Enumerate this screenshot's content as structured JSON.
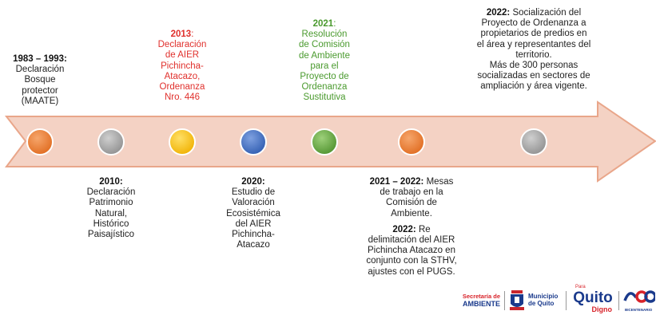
{
  "colors": {
    "arrow_fill": "#f4d2c4",
    "arrow_stroke": "#e9a68a",
    "orange": "#ee7d31",
    "gray": "#a6a6a6",
    "yellow": "#ffc000",
    "blue": "#4472c4",
    "green": "#70ad47",
    "red_text": "#e0302c",
    "green_text": "#4a9a2e"
  },
  "milestones_top": [
    {
      "year": "1983 – 1993:",
      "text": [
        "Declaración",
        "Bosque",
        "protector",
        "(MAATE)"
      ],
      "dot": "orange"
    },
    {
      "year": "2013",
      "text": [
        "Declaración",
        "de AIER",
        "Pichincha-",
        "Atacazo,",
        "Ordenanza",
        "Nro. 446"
      ],
      "dot": "yellow"
    },
    {
      "year": "2021",
      "text": [
        "Resolución",
        "de Comisión",
        "de Ambiente",
        "para el",
        "Proyecto de",
        "Ordenanza",
        "Sustitutiva"
      ],
      "dot": "green"
    },
    {
      "year": "2022:",
      "text": [
        "Socialización del",
        "Proyecto de Ordenanza a",
        "propietarios de predios en",
        "el área y representantes del",
        "territorio.",
        "Más de 300 personas",
        "socializadas en sectores de",
        "ampliación y área vigente."
      ],
      "dot": "gray"
    }
  ],
  "milestones_bottom": [
    {
      "year": "2010:",
      "text": [
        "Declaración",
        "Patrimonio",
        "Natural,",
        "Histórico",
        "Paisajístico"
      ],
      "dot": "gray"
    },
    {
      "year": "2020:",
      "text": [
        "Estudio de",
        "Valoración",
        "Ecosistémica",
        "del AIER",
        "Pichincha-",
        "Atacazo"
      ],
      "dot": "blue"
    },
    {
      "year": "2021 – 2022:",
      "text": [
        "Mesas",
        "de trabajo en la",
        "Comisión de",
        "Ambiente."
      ],
      "year2": "2022:",
      "text2": [
        "Re",
        "delimitación del AIER",
        "Pichincha Atacazo en",
        "conjunto con la STHV,",
        "ajustes con el PUGS."
      ],
      "dot": "orange"
    }
  ],
  "logos": {
    "secretaria_line1": "Secretaría de",
    "secretaria_line2": "AMBIENTE",
    "municipio_line1": "Municipio",
    "municipio_line2": "de Quito",
    "quito_small": "Para",
    "quito_big": "Quito",
    "quito_sub": "Digno",
    "bicentenario": "BICENTENARIO"
  }
}
